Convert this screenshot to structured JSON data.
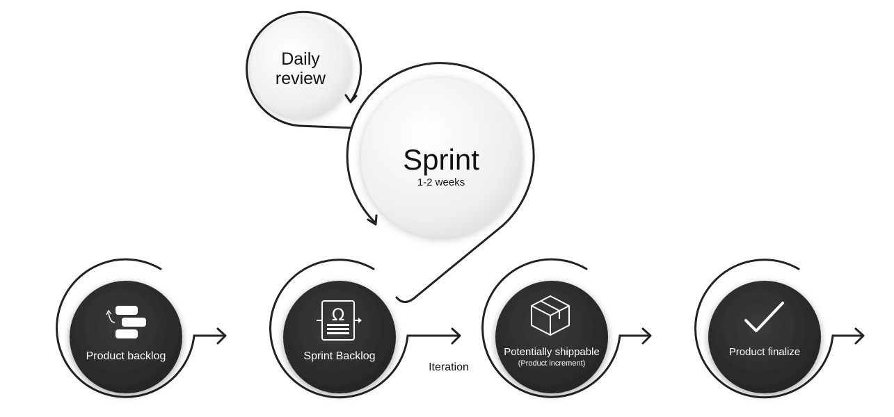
{
  "top": {
    "daily_review": {
      "line1": "Daily",
      "line2": "review"
    },
    "sprint": {
      "title": "Sprint",
      "duration": "1-2 weeks"
    }
  },
  "steps": [
    {
      "id": "product-backlog",
      "label": "Product backlog",
      "sublabel": "",
      "icon": "backlog-icon"
    },
    {
      "id": "sprint-backlog",
      "label": "Sprint Backlog",
      "sublabel": "",
      "icon": "sprint-backlog-icon"
    },
    {
      "id": "potentially-shippable",
      "label": "Potentially shippable",
      "sublabel": "(Product increment)",
      "icon": "box-icon"
    },
    {
      "id": "product-finalize",
      "label": "Product finalize",
      "sublabel": "",
      "icon": "checkmark-icon"
    }
  ],
  "iteration_label": "Iteration",
  "colors": {
    "dark_circle": "#2b2b2b",
    "light_circle": "#eeeeee",
    "stroke": "#222222",
    "text_on_dark": "#ffffff",
    "text_on_light": "#111111"
  }
}
